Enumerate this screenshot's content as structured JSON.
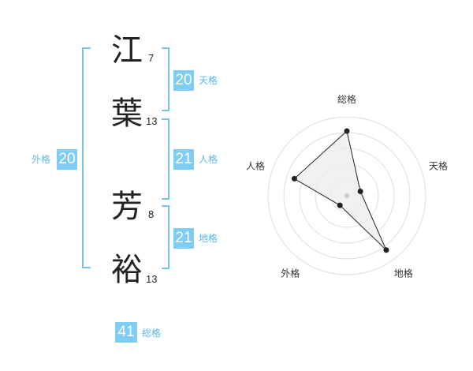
{
  "name": {
    "chars": [
      {
        "char": "江",
        "strokes": "7"
      },
      {
        "char": "葉",
        "strokes": "13"
      },
      {
        "char": "芳",
        "strokes": "8"
      },
      {
        "char": "裕",
        "strokes": "13"
      }
    ]
  },
  "fortunes": {
    "tenkaku": {
      "value": "20",
      "label": "天格"
    },
    "jinkaku": {
      "value": "21",
      "label": "人格"
    },
    "chikaku": {
      "value": "21",
      "label": "地格"
    },
    "gaikaku": {
      "value": "20",
      "label": "外格"
    },
    "soukaku": {
      "value": "41",
      "label": "総格"
    }
  },
  "radar": {
    "axes": [
      "総格",
      "天格",
      "地格",
      "外格",
      "人格"
    ],
    "values": [
      0.82,
      0.18,
      0.85,
      0.15,
      0.7
    ],
    "colors": {
      "ring": "#dddddd",
      "fill": "#eeeeee",
      "line": "#222222",
      "center": "#cccccc"
    }
  }
}
